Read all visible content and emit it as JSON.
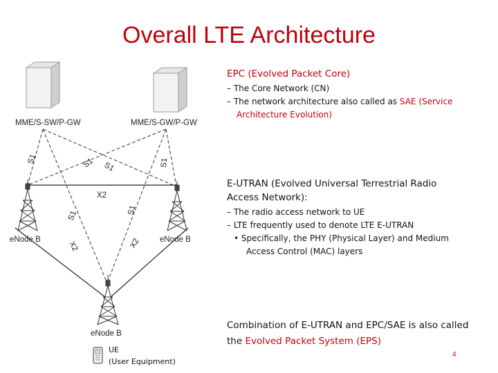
{
  "slide": {
    "title": "Overall LTE Architecture",
    "page_number": "4"
  },
  "diagram": {
    "mme_left_label": "MME/S-SW/P-GW",
    "mme_right_label": "MME/S-GW/P-GW",
    "enb_left_label": "eNode B",
    "enb_right_label": "eNode B",
    "enb_bottom_label": "eNode B",
    "ue_label": "UE",
    "ue_sub_label": "(User Equipment)",
    "links": {
      "s1": "S1",
      "x2": "X2"
    }
  },
  "epc": {
    "heading_prefix": "EPC (Evolved Packet Core)",
    "bullet1": "– The Core Network (CN)",
    "bullet2_prefix": "– The network architecture also called as ",
    "bullet2_highlight": "SAE (Service",
    "bullet2_line2": "Architecture Evolution)"
  },
  "eutran": {
    "heading_line1": "E-UTRAN (Evolved Universal Terrestrial Radio",
    "heading_line2": "Access Network):",
    "bullet1": "– The radio access network to UE",
    "bullet2": "– LTE frequently used to denote LTE E-UTRAN",
    "sub_bullet_marker": "•",
    "sub_bullet_line1": "Specifically, the PHY (Physical Layer) and Medium",
    "sub_bullet_line2": "Access Control (MAC) layers"
  },
  "summary": {
    "line1": "Combination of E-UTRAN and EPC/SAE is also called",
    "line2_prefix": "the ",
    "line2_highlight": "Evolved Packet System (EPS)"
  }
}
